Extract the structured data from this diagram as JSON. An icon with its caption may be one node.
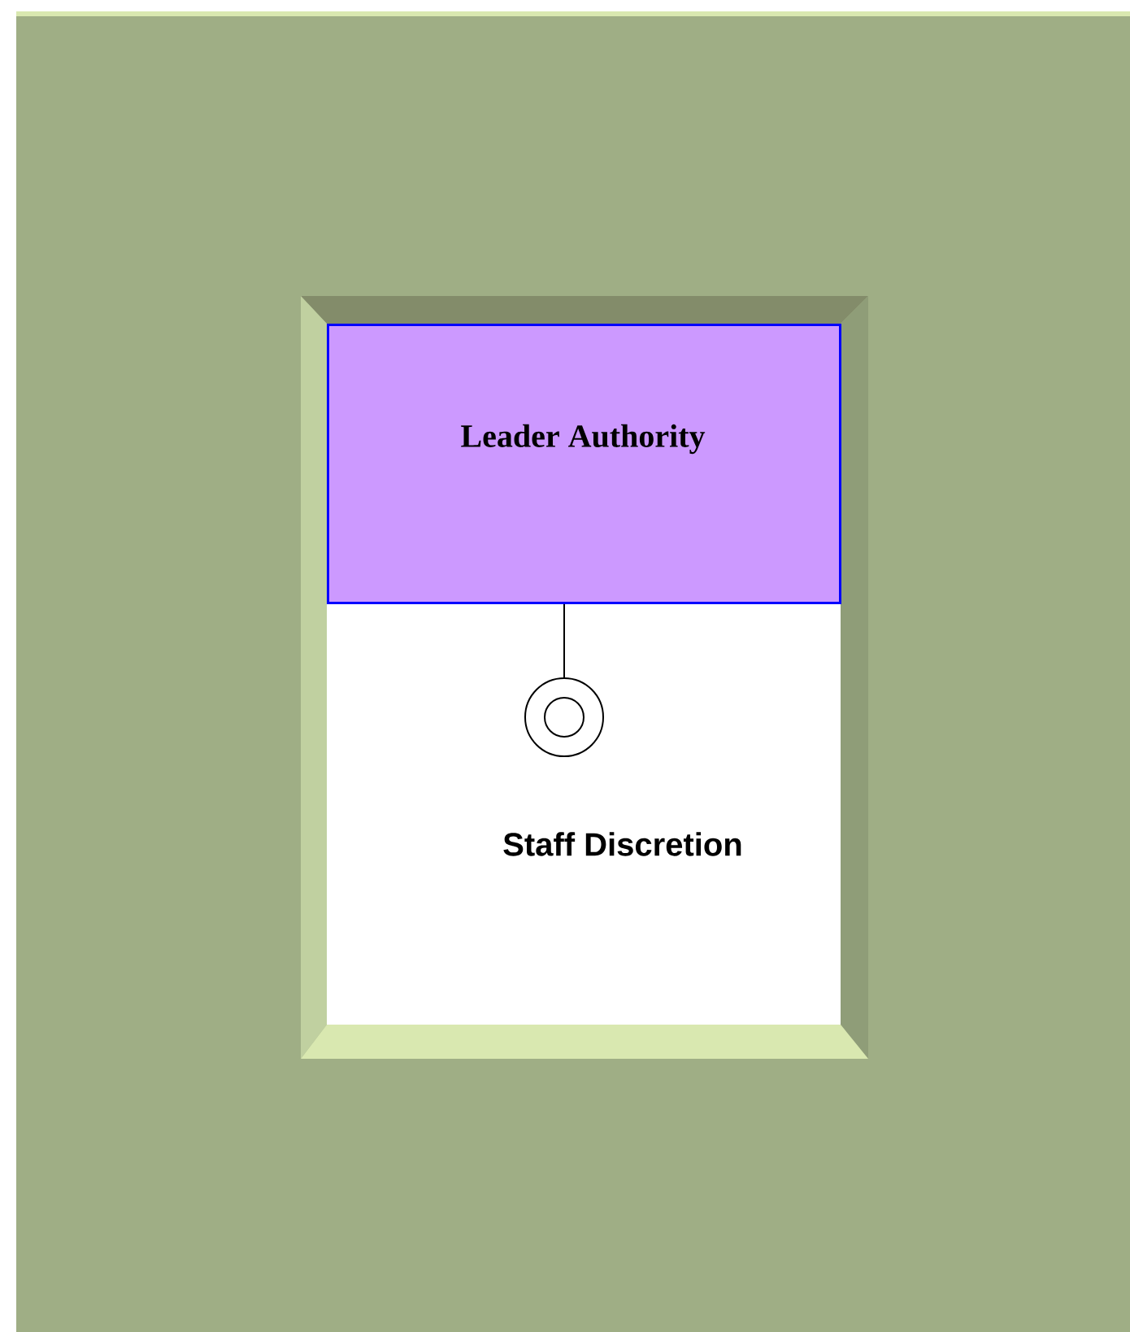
{
  "diagram": {
    "nodes": [
      {
        "text": [
          "Leader Authority"
        ]
      },
      {
        "text": [],
        "shape": "circle",
        "beside": [
          "Staff Discretion"
        ]
      }
    ],
    "edges": [
      {
        "from": 0,
        "to": 1,
        "arrow": "none"
      }
    ]
  }
}
